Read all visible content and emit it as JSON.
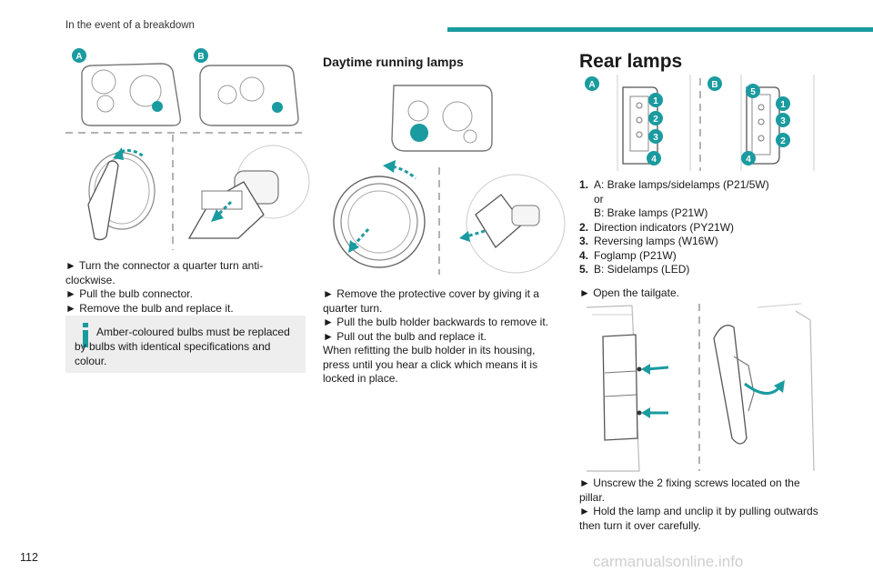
{
  "header": {
    "section_title": "In the event of a breakdown",
    "page_number": "112",
    "watermark": "carmanualsonline.info",
    "accent_color": "#1a9ba0"
  },
  "left_column": {
    "figure_labels": [
      "A",
      "B"
    ],
    "steps": [
      "► Turn the connector a quarter turn anti-clockwise.",
      "► Pull the bulb connector.",
      "► Remove the bulb and replace it."
    ],
    "note": {
      "icon": "info-icon",
      "text": "Amber-coloured bulbs must be replaced by bulbs with identical specifications and colour."
    }
  },
  "middle_column": {
    "heading": "Daytime running lamps",
    "steps": [
      "► Remove the protective cover by giving it a quarter turn.",
      "► Pull the bulb holder backwards to remove it.",
      "► Pull out the bulb and replace it."
    ],
    "paragraph": "When refitting the bulb holder in its housing, press until you hear a click which means it is locked in place."
  },
  "right_column": {
    "heading": "Rear lamps",
    "figure_labels": [
      "A",
      "B"
    ],
    "badges_a": [
      "1",
      "2",
      "3",
      "4"
    ],
    "badges_b": [
      "5",
      "1",
      "3",
      "2",
      "4"
    ],
    "items": [
      {
        "num": "1.",
        "lines": [
          "A: Brake lamps/sidelamps (P21/5W)",
          "or",
          "B: Brake lamps (P21W)"
        ]
      },
      {
        "num": "2.",
        "lines": [
          "Direction indicators (PY21W)"
        ]
      },
      {
        "num": "3.",
        "lines": [
          "Reversing lamps (W16W)"
        ]
      },
      {
        "num": "4.",
        "lines": [
          "Foglamp (P21W)"
        ]
      },
      {
        "num": "5.",
        "lines": [
          "B: Sidelamps (LED)"
        ]
      }
    ],
    "step_open": "► Open the tailgate.",
    "steps_bottom": [
      "► Unscrew the 2 fixing screws located on the pillar.",
      "► Hold the lamp and unclip it by pulling outwards then turn it over carefully."
    ]
  }
}
